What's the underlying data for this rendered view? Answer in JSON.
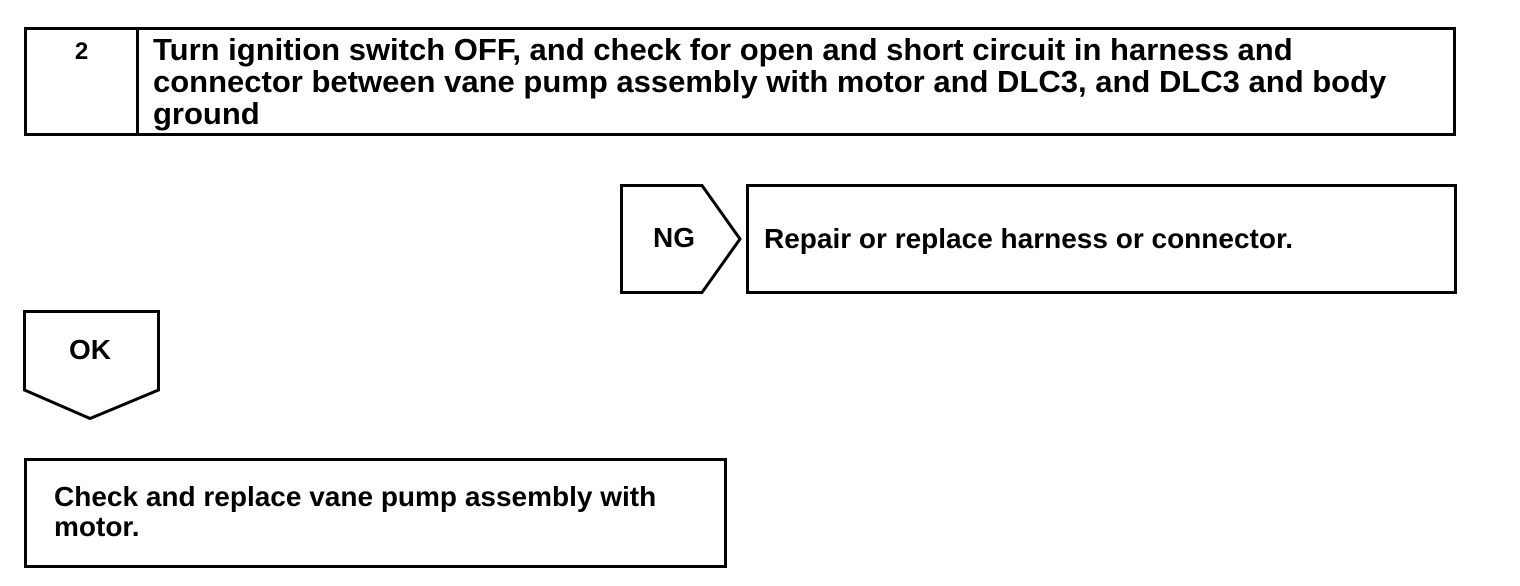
{
  "step": {
    "number": "2",
    "text": "Turn ignition switch OFF, and check for open and short circuit in harness and connector between vane pump assembly with motor and DLC3, and DLC3 and body ground"
  },
  "ng_branch": {
    "label": "NG",
    "action": "Repair or replace harness or connector."
  },
  "ok_branch": {
    "label": "OK"
  },
  "final_action": {
    "text": "Check and replace vane pump assembly with motor."
  }
}
